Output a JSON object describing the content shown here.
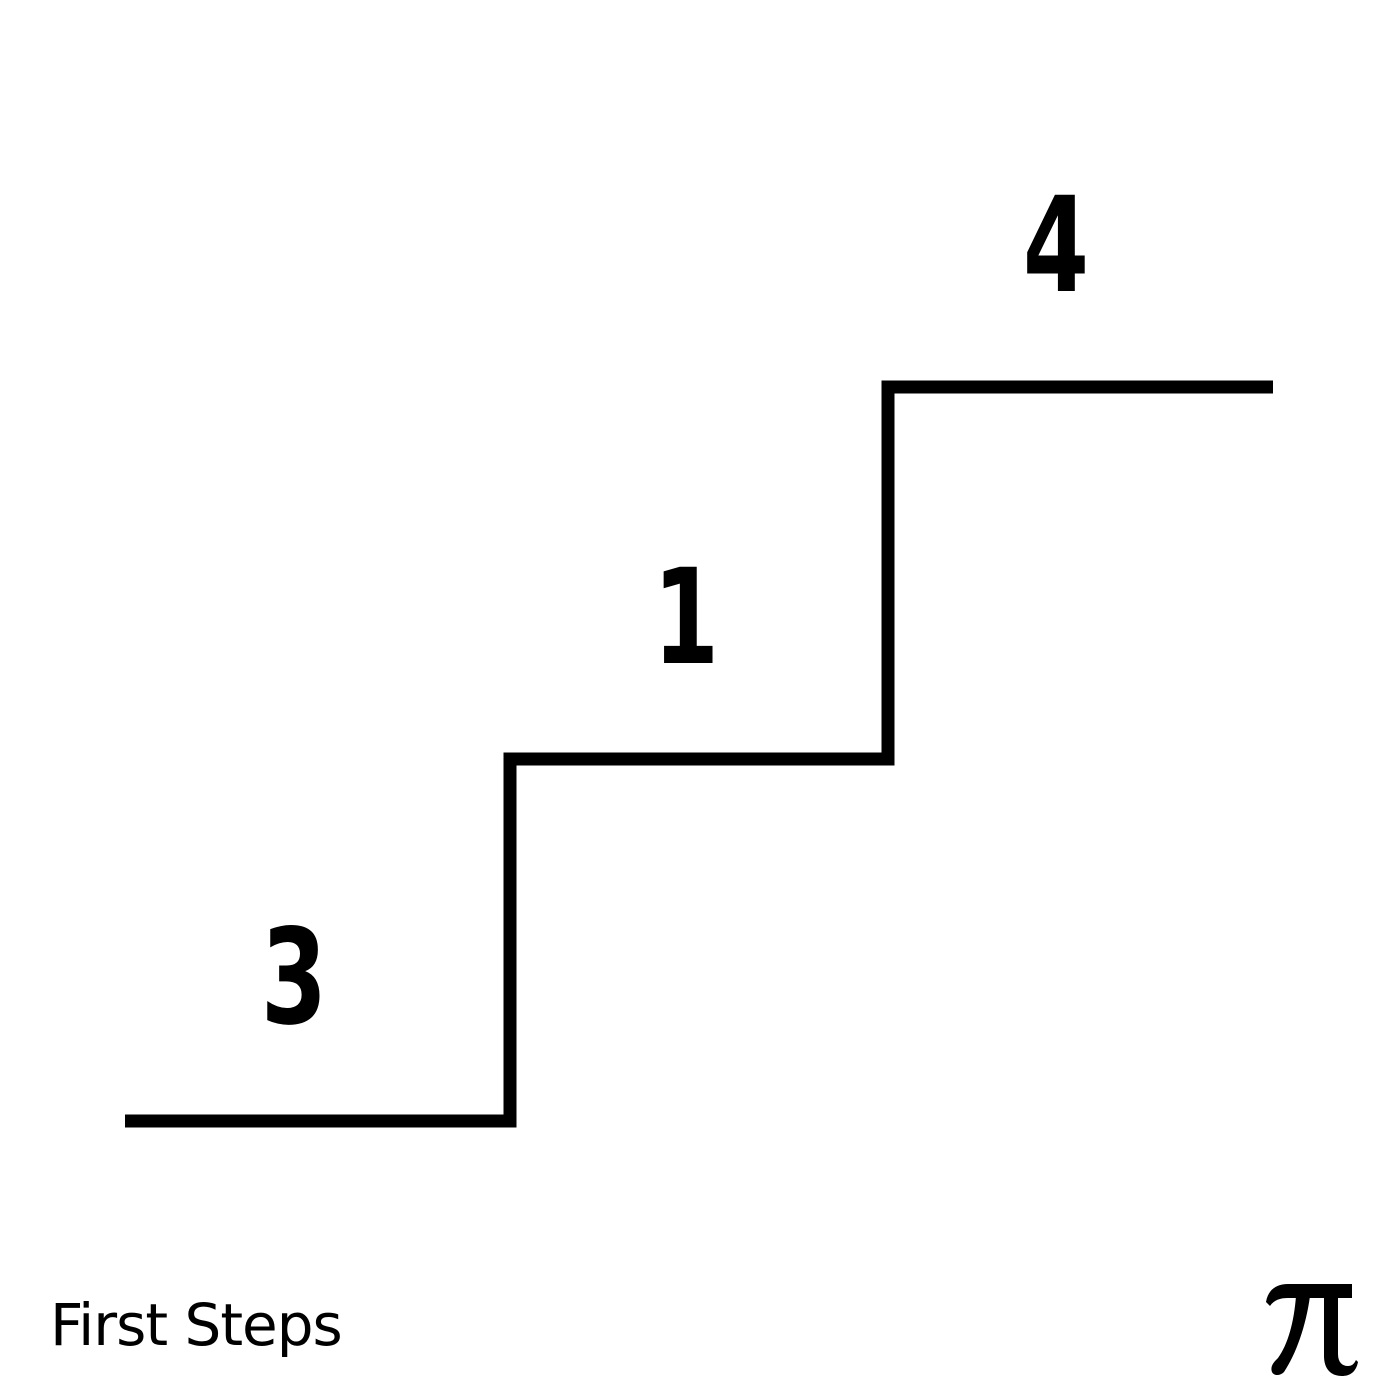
{
  "steps": {
    "left_number": "3",
    "middle_number": "1",
    "right_number": "4"
  },
  "caption": "First Steps",
  "logo": {
    "icon": "pi-icon",
    "glyph": "π"
  },
  "colors": {
    "background": "#ffffff",
    "ink": "#000000"
  }
}
